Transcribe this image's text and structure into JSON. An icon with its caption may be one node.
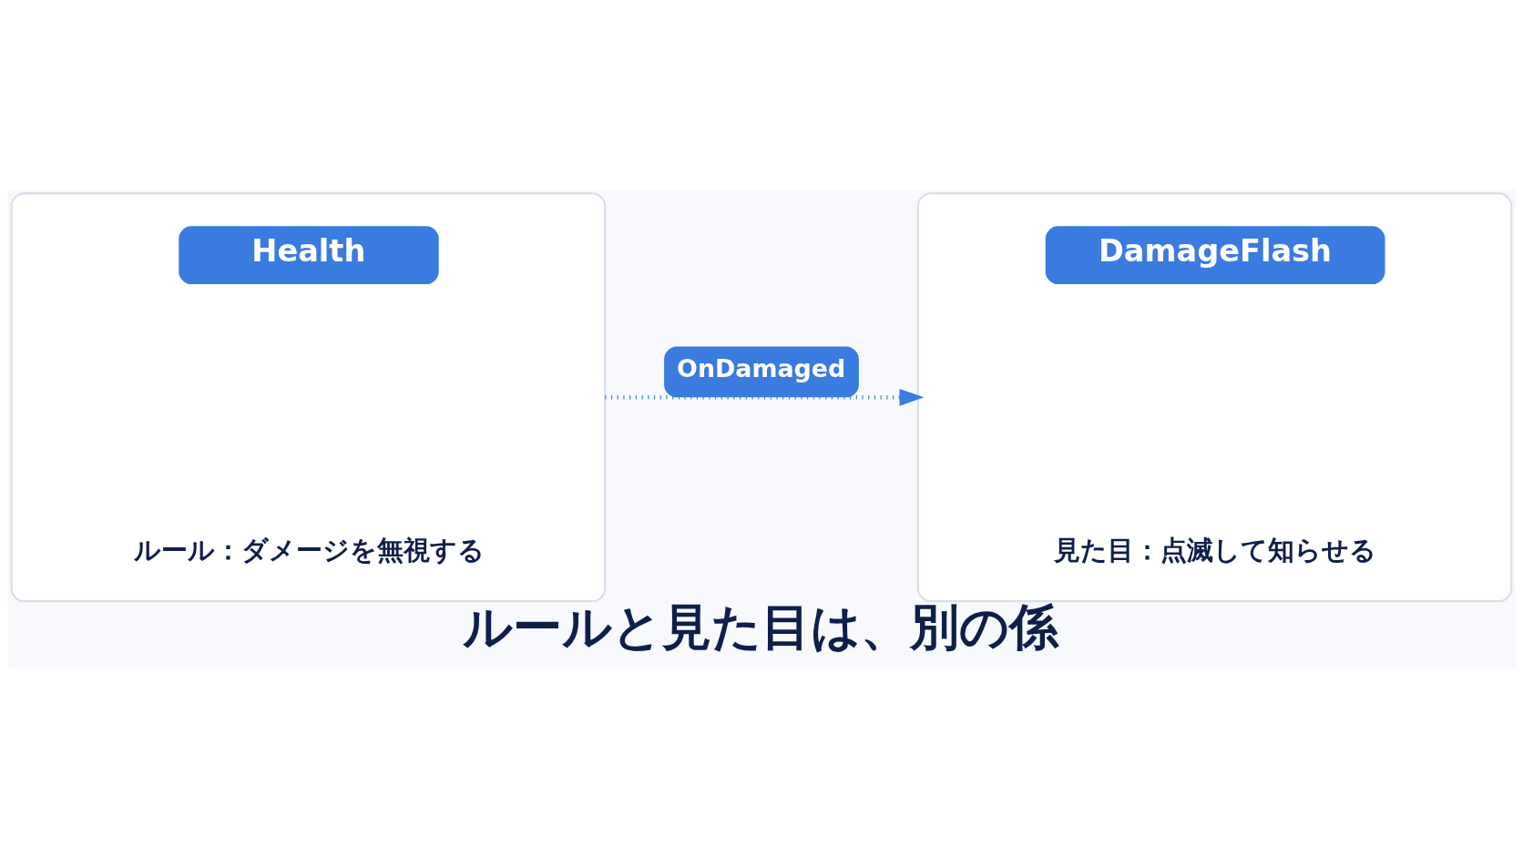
{
  "diagram": {
    "title": "ルールと見た目は、別の係",
    "nodes": [
      {
        "text": [
          "Health",
          "ルール：ダメージを無視する"
        ]
      },
      {
        "text": [
          "DamageFlash",
          "見た目：点滅して知らせる"
        ]
      }
    ],
    "edges": [
      {
        "from": 0,
        "to": 1,
        "arrow": "to",
        "label": "OnDamaged",
        "style": "dashed"
      }
    ]
  }
}
